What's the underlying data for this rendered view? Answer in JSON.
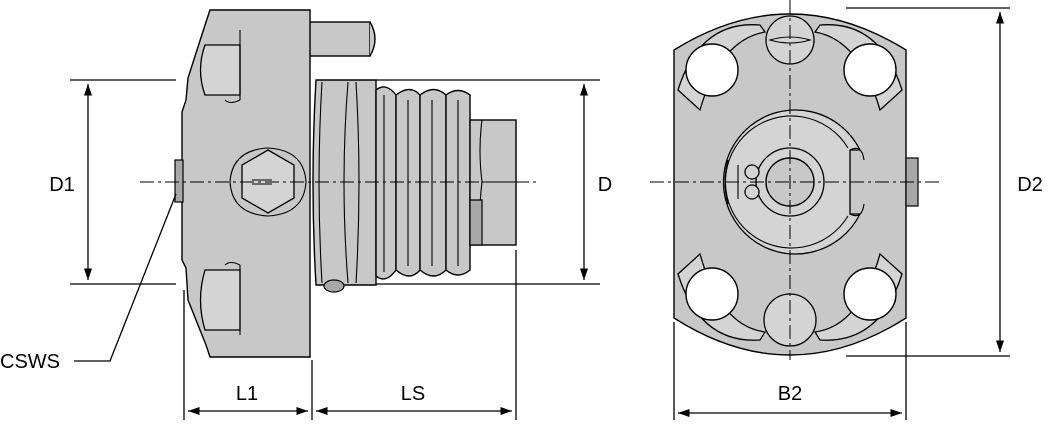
{
  "labels": {
    "d1": "D1",
    "d": "D",
    "d2": "D2",
    "l1": "L1",
    "ls": "LS",
    "b2": "B2",
    "csws": "CSWS"
  }
}
